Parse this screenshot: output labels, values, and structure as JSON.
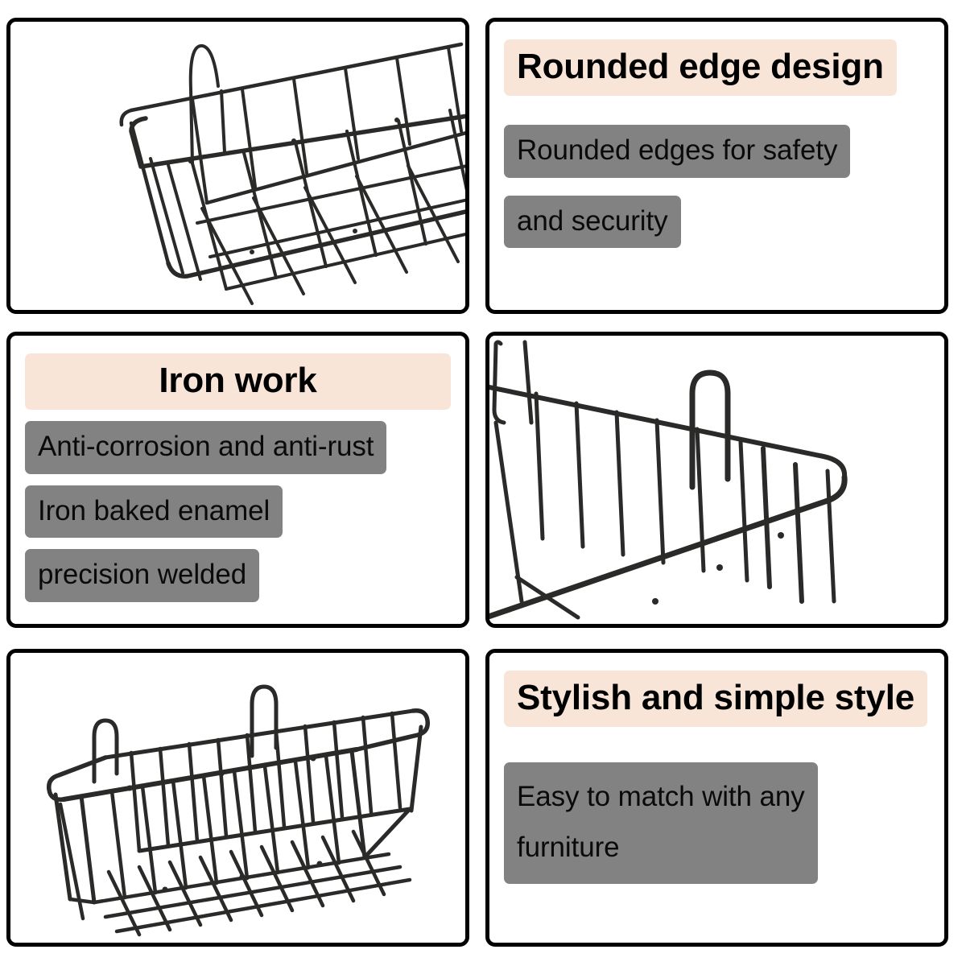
{
  "colors": {
    "background": "#ffffff",
    "panel_border": "#000000",
    "title_highlight": "#f8e5d8",
    "bullet_background": "#828282",
    "text": "#000000",
    "wire": "#2a2a28"
  },
  "panels": [
    {
      "id": "panel-photo-angled-basket",
      "type": "photo",
      "position": "top-left",
      "subject": "black metal wire basket viewed from an angled top perspective showing rounded rim and grid bottom"
    },
    {
      "id": "panel-rounded-edge-design",
      "type": "text",
      "position": "top-right",
      "title": "Rounded edge design",
      "bullets": [
        "Rounded edges for safety",
        "and security"
      ]
    },
    {
      "id": "panel-iron-work",
      "type": "text",
      "position": "middle-left",
      "title": "Iron work",
      "bullets": [
        "Anti-corrosion and anti-rust",
        "Iron baked enamel",
        "precision welded"
      ]
    },
    {
      "id": "panel-photo-corner-detail",
      "type": "photo",
      "position": "middle-right",
      "subject": "close-up detail of wire basket rounded corner with U-shaped hanging hook"
    },
    {
      "id": "panel-photo-full-basket",
      "type": "photo",
      "position": "bottom-left",
      "subject": "complete black wire storage basket with two U-shaped hanging hooks"
    },
    {
      "id": "panel-stylish-simple-style",
      "type": "text",
      "position": "bottom-right",
      "title": "Stylish and simple style",
      "bullets": [
        "Easy to match with any",
        "furniture"
      ]
    }
  ]
}
